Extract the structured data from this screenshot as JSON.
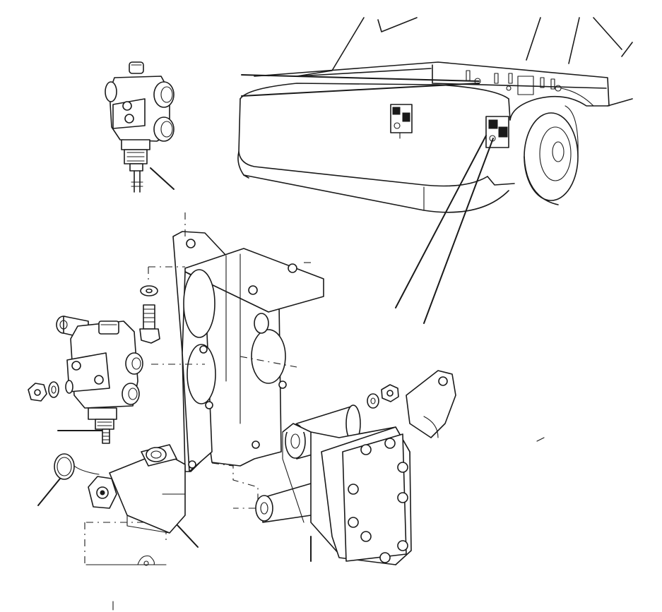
{
  "diagram": {
    "components": [
      {
        "name": "car-rear-view"
      },
      {
        "name": "brake-pressure-valve-top"
      },
      {
        "name": "brake-pressure-valve-left"
      },
      {
        "name": "mounting-bracket"
      },
      {
        "name": "valve-housing"
      },
      {
        "name": "rubber-mount-block"
      },
      {
        "name": "o-ring-seal"
      }
    ],
    "leader_lines": 9
  }
}
